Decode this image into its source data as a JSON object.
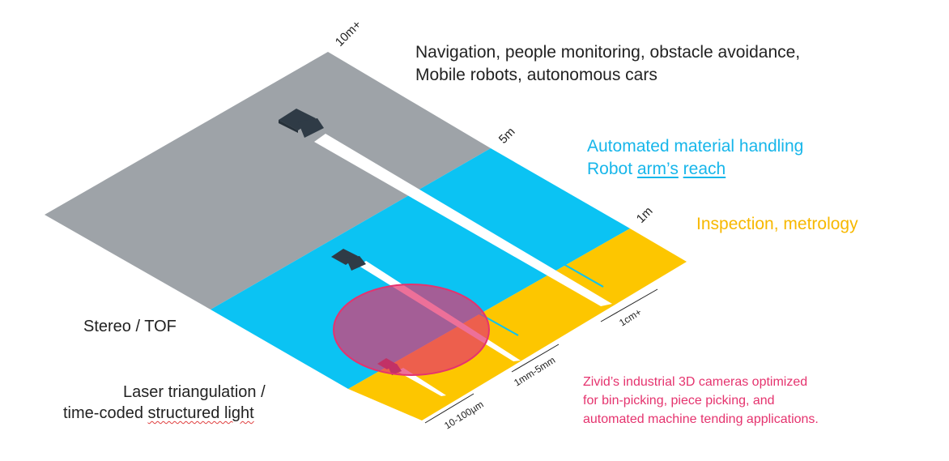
{
  "regions": {
    "far": {
      "label_line1": "Navigation, people monitoring, obstacle avoidance,",
      "label_line2": "Mobile robots, autonomous cars",
      "color": "#9ea3a8"
    },
    "mid": {
      "label_line1": "Automated material handling",
      "label_line2_a": "Robot ",
      "label_line2_b": "arm’s",
      "label_line2_c": " ",
      "label_line2_d": "reach",
      "color": "#0bc3f3"
    },
    "near": {
      "label": "Inspection, metrology",
      "color": "#fdc600"
    }
  },
  "distance_marks": {
    "d10m": "10m+",
    "d5m": "5m",
    "d1m": "1m"
  },
  "resolution_marks": {
    "r1": "1cm+",
    "r2": "1mm-5mm",
    "r3": "10-100µm"
  },
  "techniques": {
    "stereo": "Stereo / TOF",
    "laser_line1": "Laser triangulation /",
    "laser_line2_a": "time-coded ",
    "laser_line2_b": "structured light"
  },
  "zivid_note": {
    "line1": "Zivid’s industrial 3D cameras optimized",
    "line2": "for bin-picking, piece picking, and",
    "line3": "automated machine tending applications.",
    "color": "#e5336e"
  },
  "icons": [
    "camera-icon-far",
    "camera-icon-mid",
    "camera-icon-near"
  ]
}
